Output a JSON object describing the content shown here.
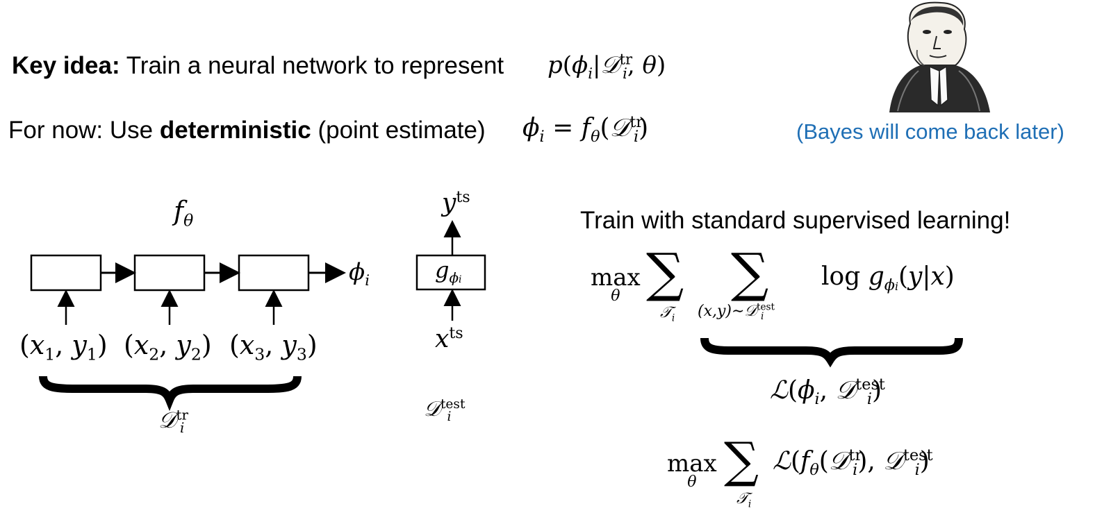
{
  "header": {
    "key_idea_label": "Key idea:",
    "key_idea_text": "Train a neural network to represent",
    "for_now_prefix": "For now: Use ",
    "for_now_bold": "deterministic",
    "for_now_suffix": " (point estimate)",
    "bayes_note": "(Bayes will come back later)",
    "bayes_note_color": "#1f6fb5"
  },
  "math": {
    "p": "p",
    "phi": "ϕ",
    "sub_i": "i",
    "D": "𝒟",
    "tr": "tr",
    "test": "test",
    "ts": "ts",
    "theta": "θ",
    "f": "f",
    "g": "g",
    "y": "y",
    "x": "x",
    "eq": "=",
    "max": "max",
    "sum": "∑",
    "T": "𝒯",
    "L": "ℒ",
    "log": "log",
    "xy_pair": "(x,y)∼",
    "pair1": "(x",
    "pair1b": ", y",
    "one": "1",
    "two": "2",
    "three": "3"
  },
  "right": {
    "train_heading": "Train with standard supervised learning!"
  },
  "colors": {
    "accent": "#1f6fb5",
    "ink": "#000000"
  }
}
